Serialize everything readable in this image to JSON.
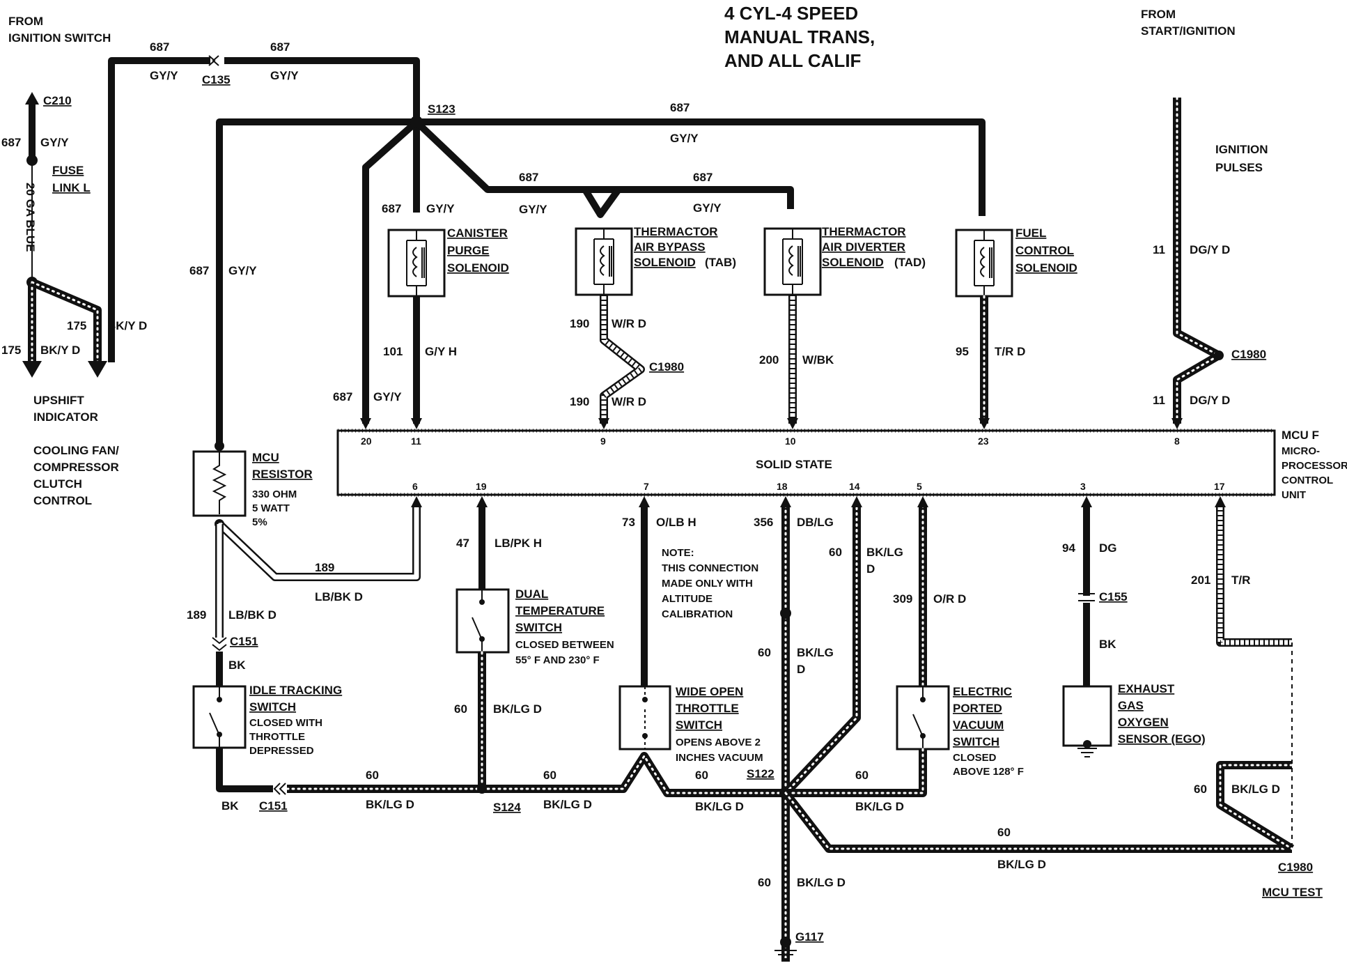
{
  "title": {
    "line1": "4 CYL-4 SPEED",
    "line2": "MANUAL TRANS,",
    "line3": "AND ALL CALIF"
  },
  "sources": {
    "ignition": {
      "line1": "FROM",
      "line2": "IGNITION SWITCH"
    },
    "start_ignition": {
      "line1": "FROM",
      "line2": "START/IGNITION"
    },
    "ignition_pulses": {
      "line1": "IGNITION",
      "line2": "PULSES"
    }
  },
  "connectors": {
    "c210": "C210",
    "c135": "C135",
    "c1980_a": "C1980",
    "c1980_b": "C1980",
    "c1980_c": "C1980",
    "c151_a": "C151",
    "c151_b": "C151",
    "c155": "C155"
  },
  "splices": {
    "s123": "S123",
    "s124": "S124",
    "s122": "S122"
  },
  "ground": "G117",
  "fuse": {
    "line1": "FUSE",
    "line2": "LINK L",
    "gauge": "20 GA BLUE"
  },
  "left_outputs": {
    "upshift": {
      "line1": "UPSHIFT",
      "line2": "INDICATOR"
    },
    "cooling": {
      "line1": "COOLING FAN/",
      "line2": "COMPRESSOR",
      "line3": "CLUTCH",
      "line4": "CONTROL"
    }
  },
  "components": {
    "canister": {
      "line1": "CANISTER",
      "line2": "PURGE",
      "line3": "SOLENOID"
    },
    "tab": {
      "line1": "THERMACTOR",
      "line2": "AIR BYPASS",
      "line3": "SOLENOID",
      "suffix": "(TAB)"
    },
    "tad": {
      "line1": "THERMACTOR",
      "line2": "AIR DIVERTER",
      "line3": "SOLENOID",
      "suffix": "(TAD)"
    },
    "fuel": {
      "line1": "FUEL",
      "line2": "CONTROL",
      "line3": "SOLENOID"
    },
    "mcu_resistor": {
      "line1": "MCU",
      "line2": "RESISTOR",
      "spec1": "330 OHM",
      "spec2": "5 WATT",
      "spec3": "5%"
    },
    "dual_temp": {
      "line1": "DUAL",
      "line2": "TEMPERATURE",
      "line3": "SWITCH",
      "note1": "CLOSED BETWEEN",
      "note2": "55° F AND 230° F"
    },
    "idle": {
      "line1": "IDLE TRACKING",
      "line2": "SWITCH",
      "note1": "CLOSED WITH",
      "note2": "THROTTLE",
      "note3": "DEPRESSED"
    },
    "wot": {
      "line1": "WIDE OPEN",
      "line2": "THROTTLE",
      "line3": "SWITCH",
      "note1": "OPENS ABOVE 2",
      "note2": "INCHES VACUUM"
    },
    "epv": {
      "line1": "ELECTRIC",
      "line2": "PORTED",
      "line3": "VACUUM",
      "line4": "SWITCH",
      "note1": "CLOSED",
      "note2": "ABOVE 128° F"
    },
    "ego": {
      "line1": "EXHAUST",
      "line2": "GAS",
      "line3": "OXYGEN",
      "line4": "SENSOR (EGO)"
    }
  },
  "mcu": {
    "center": "SOLID STATE",
    "name": "MCU F",
    "desc1": "MICRO-",
    "desc2": "PROCESSOR",
    "desc3": "CONTROL",
    "desc4": "UNIT",
    "top_pins": [
      "20",
      "11",
      "9",
      "10",
      "23",
      "8"
    ],
    "bottom_pins": [
      "6",
      "19",
      "7",
      "18",
      "14",
      "5",
      "3",
      "17"
    ]
  },
  "note": {
    "line1": "NOTE:",
    "line2": "THIS CONNECTION",
    "line3": "MADE ONLY WITH",
    "line4": "ALTITUDE",
    "line5": "CALIBRATION"
  },
  "mcu_test": "MCU TEST",
  "wires": {
    "c687": "687",
    "gyy": "GY/Y",
    "c175": "175",
    "bkyd": "BK/Y D",
    "c101": "101",
    "gyh": "G/Y H",
    "c190": "190",
    "wrd": "W/R D",
    "c200": "200",
    "wbk": "W/BK",
    "c95": "95",
    "trd": "T/R D",
    "c11": "11",
    "dgyd": "DG/Y D",
    "c189": "189",
    "lbbkd": "LB/BK D",
    "bk": "BK",
    "c47": "47",
    "lbpkh": "LB/PK H",
    "c60": "60",
    "bklgd": "BK/LG D",
    "bklg": "BK/LG",
    "d": "D",
    "c73": "73",
    "olbh": "O/LB H",
    "c356": "356",
    "dblg": "DB/LG",
    "c309": "309",
    "ord": "O/R D",
    "c94": "94",
    "dg": "DG",
    "c201": "201",
    "tr": "T/R"
  }
}
